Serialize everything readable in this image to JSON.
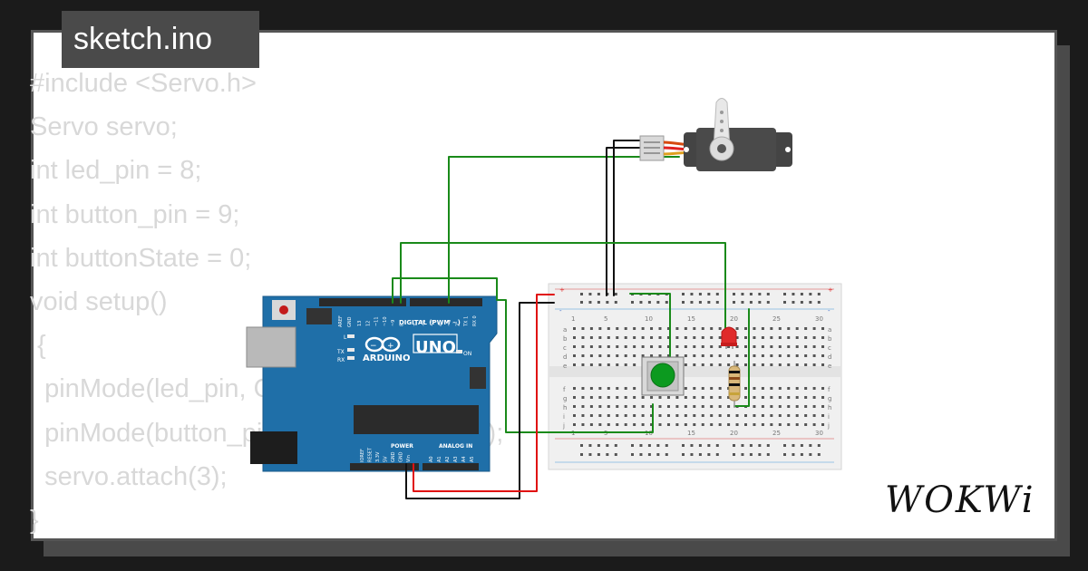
{
  "file_tab": {
    "label": "sketch.ino"
  },
  "code_lines": [
    "#include <Servo.h>",
    "Servo servo;",
    "int led_pin = 8;",
    "int button_pin = 9;",
    "int buttonState = 0;",
    "void setup()",
    " {",
    "  pinMode(led_pin, OUTPUT);",
    "  pinMode(button_pin, INPUT_PULLUP);",
    "  servo.attach(3);",
    "}"
  ],
  "arduino": {
    "model": "UNO",
    "brand": "ARDUINO",
    "digital_header_label": "DIGITAL (PWM ~)",
    "power_label": "POWER",
    "analog_label": "ANALOG IN",
    "aref_label": "AREF",
    "gnd_label": "GND",
    "on_label": "ON",
    "l_label": "L",
    "tx_label": "TX",
    "rx_label": "RX",
    "digital_pins": [
      "13",
      "12",
      "~11",
      "~10",
      "~9",
      "8",
      "7",
      "~6",
      "~5",
      "4",
      "~3",
      "2",
      "TX 1",
      "RX 0"
    ],
    "power_pins": [
      "IOREF",
      "RESET",
      "3.3V",
      "5V",
      "GND",
      "GND",
      "Vin"
    ],
    "analog_pins": [
      "A0",
      "A1",
      "A2",
      "A3",
      "A4",
      "A5"
    ]
  },
  "breadboard": {
    "columns_top": [
      "1",
      "5",
      "10",
      "15",
      "20",
      "25",
      "30"
    ],
    "columns_bottom": [
      "1",
      "5",
      "10",
      "15",
      "20",
      "25",
      "30"
    ],
    "rows_top": [
      "a",
      "b",
      "c",
      "d",
      "e"
    ],
    "rows_bottom": [
      "f",
      "g",
      "h",
      "i",
      "j"
    ],
    "rail_plus": "+",
    "rail_minus": "-"
  },
  "components": {
    "servo": "servo",
    "button": "green",
    "led": "red",
    "resistor": "resistor"
  },
  "colors": {
    "wire_green": "#1a8a1a",
    "wire_black": "#111111",
    "wire_red": "#e01010",
    "board_blue": "#1f6fa8",
    "code_text": "#d8d8d8",
    "tab_bg": "#4a4a4a"
  },
  "brand_logo": "WOKWi"
}
